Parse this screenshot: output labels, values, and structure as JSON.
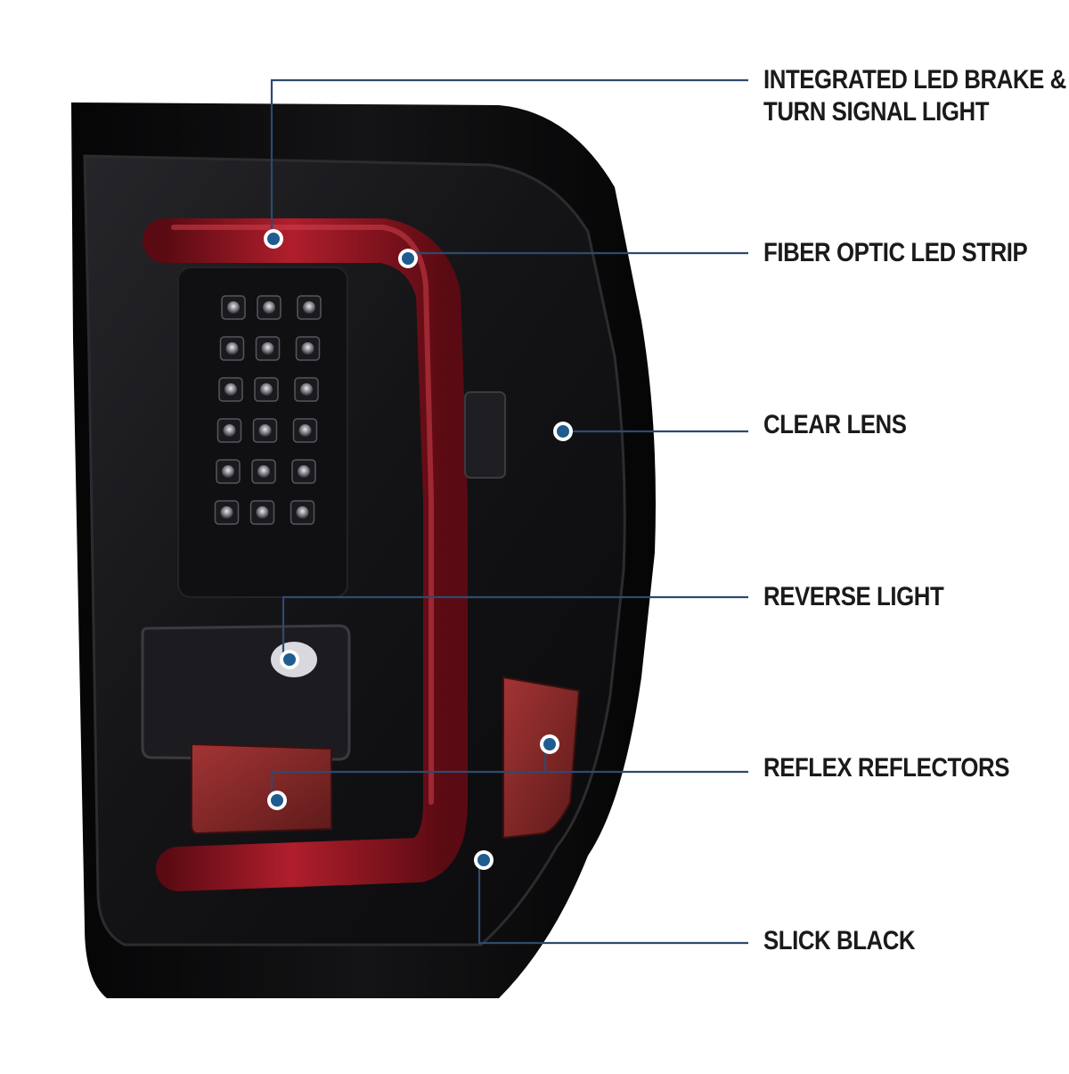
{
  "colors": {
    "leader": "#2f4a6e",
    "marker": "#1f5c8f",
    "marker_ring": "#ffffff",
    "housing": "#0c0c0e",
    "lens": "#18181b",
    "fiber_red": "#8e1420",
    "reflector_red": "#8a2a2a"
  },
  "callouts": [
    {
      "id": "integrated-led",
      "lines": [
        "INTEGRATED LED BRAKE &",
        "TURN SIGNAL LIGHT"
      ]
    },
    {
      "id": "fiber-optic",
      "lines": [
        "FIBER OPTIC LED STRIP"
      ]
    },
    {
      "id": "clear-lens",
      "lines": [
        "CLEAR LENS"
      ]
    },
    {
      "id": "reverse-light",
      "lines": [
        "REVERSE LIGHT"
      ]
    },
    {
      "id": "reflex-reflectors",
      "lines": [
        "REFLEX REFLECTORS"
      ]
    },
    {
      "id": "slick-black",
      "lines": [
        "SLICK BLACK"
      ]
    }
  ]
}
